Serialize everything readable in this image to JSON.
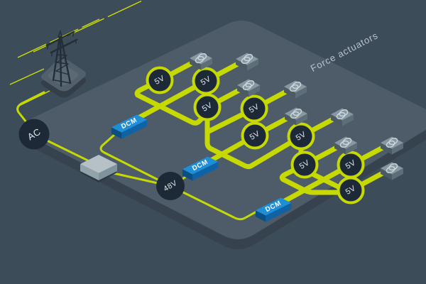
{
  "diagram_title": "Force actuators",
  "grid_node": {
    "label": "AC"
  },
  "bus_node": {
    "label": "48V"
  },
  "dcm_modules": [
    {
      "label": "DCM"
    },
    {
      "label": "DCM"
    },
    {
      "label": "DCM"
    }
  ],
  "point_of_load_outputs": [
    {
      "label": "5V"
    },
    {
      "label": "5V"
    },
    {
      "label": "5V"
    },
    {
      "label": "5V"
    },
    {
      "label": "5V"
    },
    {
      "label": "5V"
    },
    {
      "label": "5V"
    },
    {
      "label": "5V"
    },
    {
      "label": "5V"
    }
  ],
  "actuators": {
    "count": 9,
    "icon": "coil-icon"
  },
  "icons": {
    "pylon": "transmission-tower-icon",
    "actuator": "coil-icon"
  },
  "colors": {
    "background": "#3d4c59",
    "platform": "#4d5c68",
    "platform_side": "#36424d",
    "wire_yellow": "#c6d903",
    "node_dark": "#1d2937",
    "dcm_blue": "#1e8ed6",
    "converter_gray": "#b5c1c7",
    "actuator_gray": "#8798a2",
    "title_text": "#b9c3cb"
  }
}
